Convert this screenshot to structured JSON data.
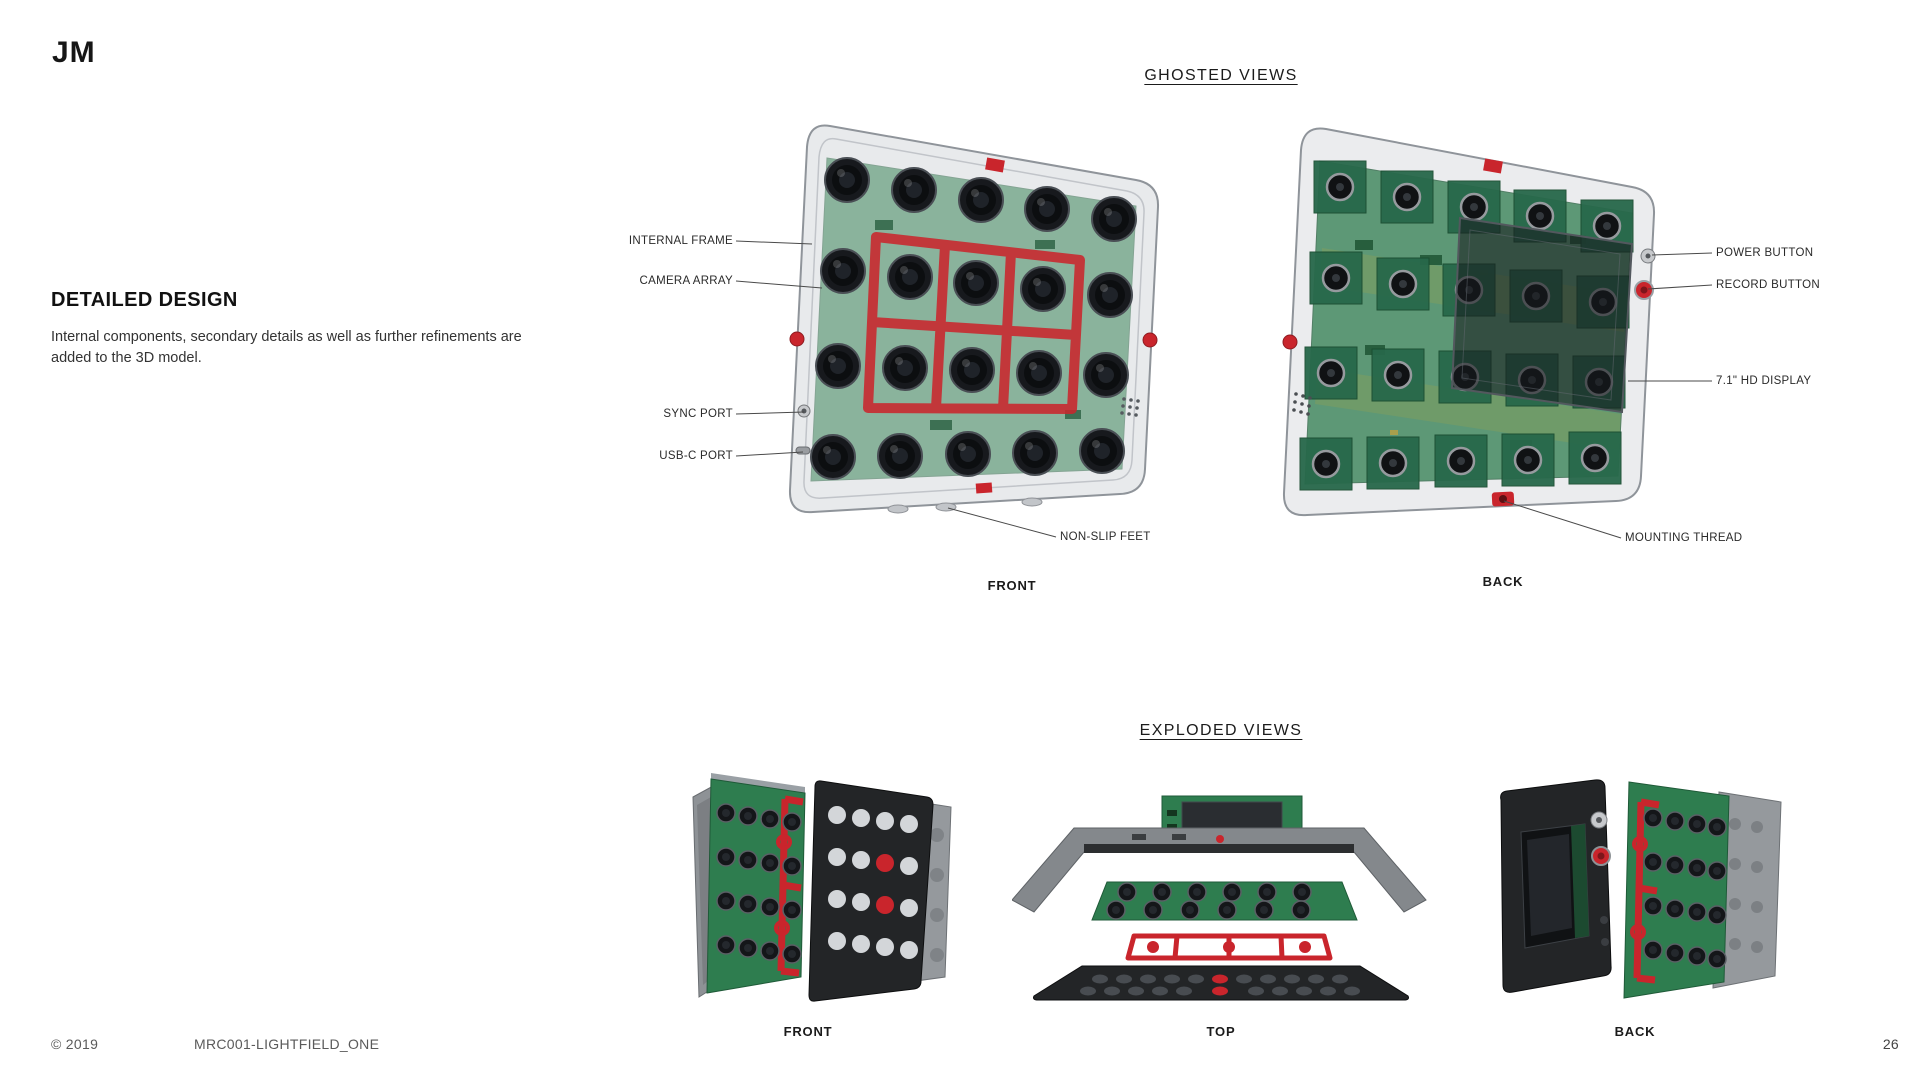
{
  "page": {
    "logo": "JM",
    "footer": {
      "copyright": "© 2019",
      "project_code": "MRC001-LIGHTFIELD_ONE",
      "page_number": "26"
    }
  },
  "intro": {
    "heading": "DETAILED DESIGN",
    "body": "Internal components, secondary details as well as further refinements are added to the 3D model."
  },
  "ghosted": {
    "title": "GHOSTED VIEWS",
    "front": {
      "caption": "FRONT",
      "callouts": [
        "INTERNAL FRAME",
        "CAMERA ARRAY",
        "SYNC PORT",
        "USB-C PORT",
        "NON-SLIP FEET"
      ]
    },
    "back": {
      "caption": "BACK",
      "callouts": [
        "POWER BUTTON",
        "RECORD BUTTON",
        "7.1\" HD DISPLAY",
        "MOUNTING THREAD"
      ]
    }
  },
  "exploded": {
    "title": "EXPLODED VIEWS",
    "views": [
      {
        "caption": "FRONT"
      },
      {
        "caption": "TOP"
      },
      {
        "caption": "BACK"
      }
    ]
  },
  "colors": {
    "accent_red": "#c9252c",
    "pcb_green": "#2e7d4f",
    "shell_grey": "#8e9296",
    "plate_black": "#232527",
    "text_dark": "#1c1c1c",
    "text_muted": "#5a5a5a"
  }
}
